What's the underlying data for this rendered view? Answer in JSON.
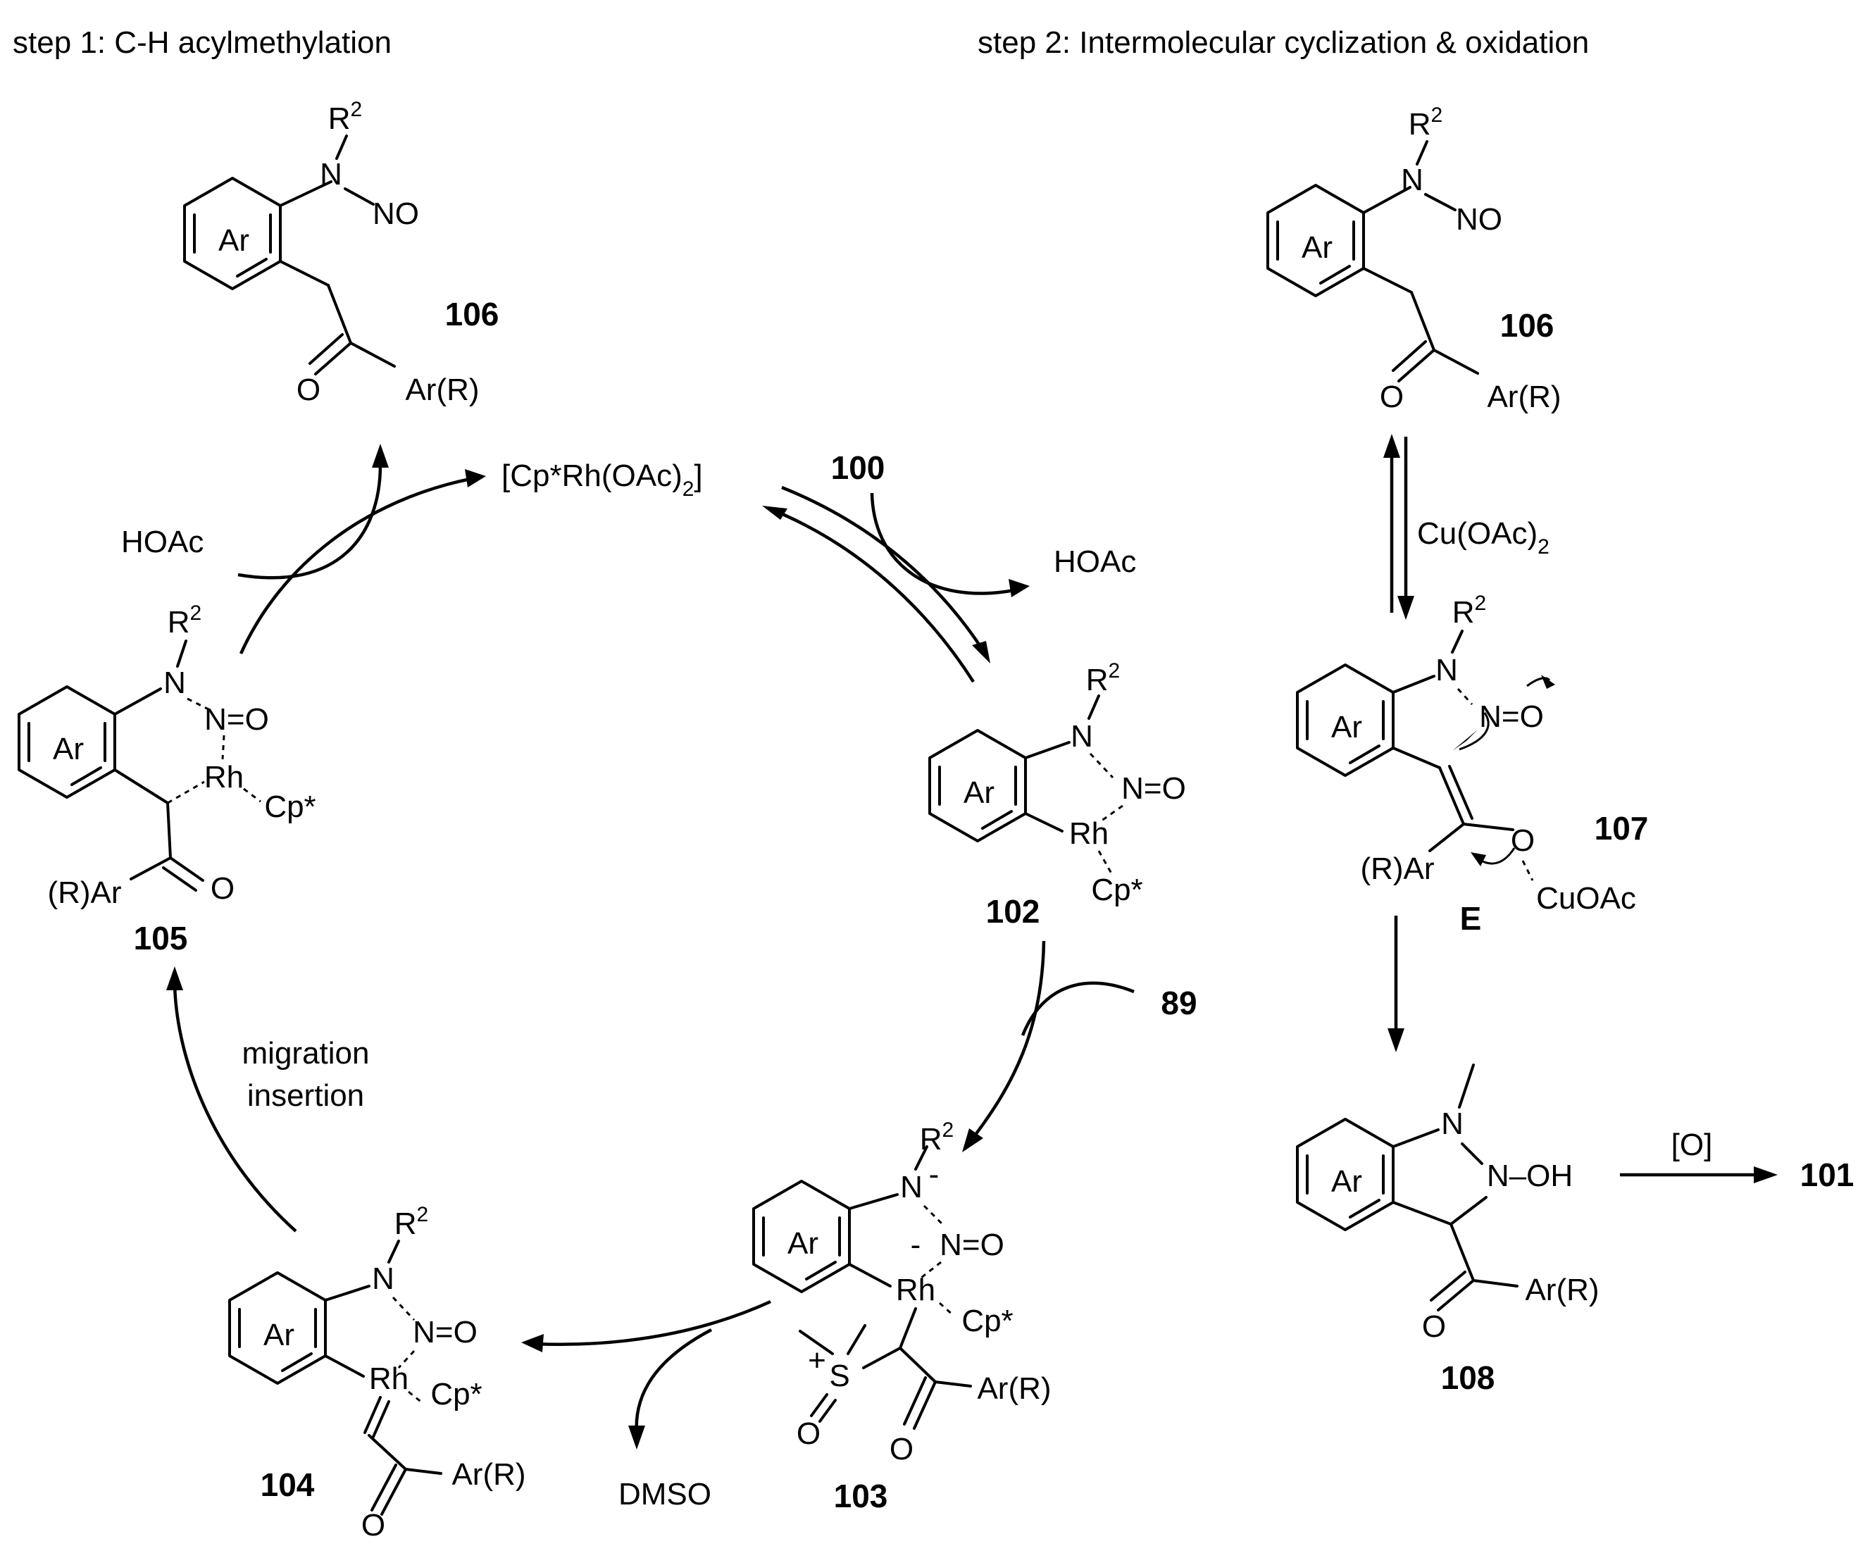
{
  "headings": {
    "step1": "step 1: C-H acylmethylation",
    "step2": "step 2: Intermolecular cyclization & oxidation"
  },
  "catalyst": {
    "main": "[Cp*Rh(OAc)",
    "sub": "2",
    "close": "]"
  },
  "reagents": {
    "hoac_left": "HOAc",
    "hoac_right": "HOAc",
    "cu_oac2": "Cu(OAc)",
    "cu_sub": "2",
    "oxidant": "[O]",
    "dmso": "DMSO",
    "migration_line1": "migration",
    "migration_line2": "insertion"
  },
  "compounds": {
    "c100": "100",
    "c89": "89",
    "c101": "101",
    "c102": "102",
    "c103": "103",
    "c104": "104",
    "c105": "105",
    "c106_left": "106",
    "c106_right": "106",
    "c107": "107",
    "c108": "108",
    "cE": "E"
  },
  "atoms": {
    "ar": "Ar",
    "r2_R": "R",
    "r2_sup": "2",
    "n": "N",
    "no": "NO",
    "n_eq_o": "N=O",
    "o": "O",
    "ar_r": "Ar(R)",
    "r_ar": "(R)Ar",
    "rh": "Rh",
    "cp": "Cp*",
    "s": "S",
    "plus": "+",
    "minus": "-",
    "n_oh": "N–OH",
    "cuoac": "CuOAc"
  }
}
